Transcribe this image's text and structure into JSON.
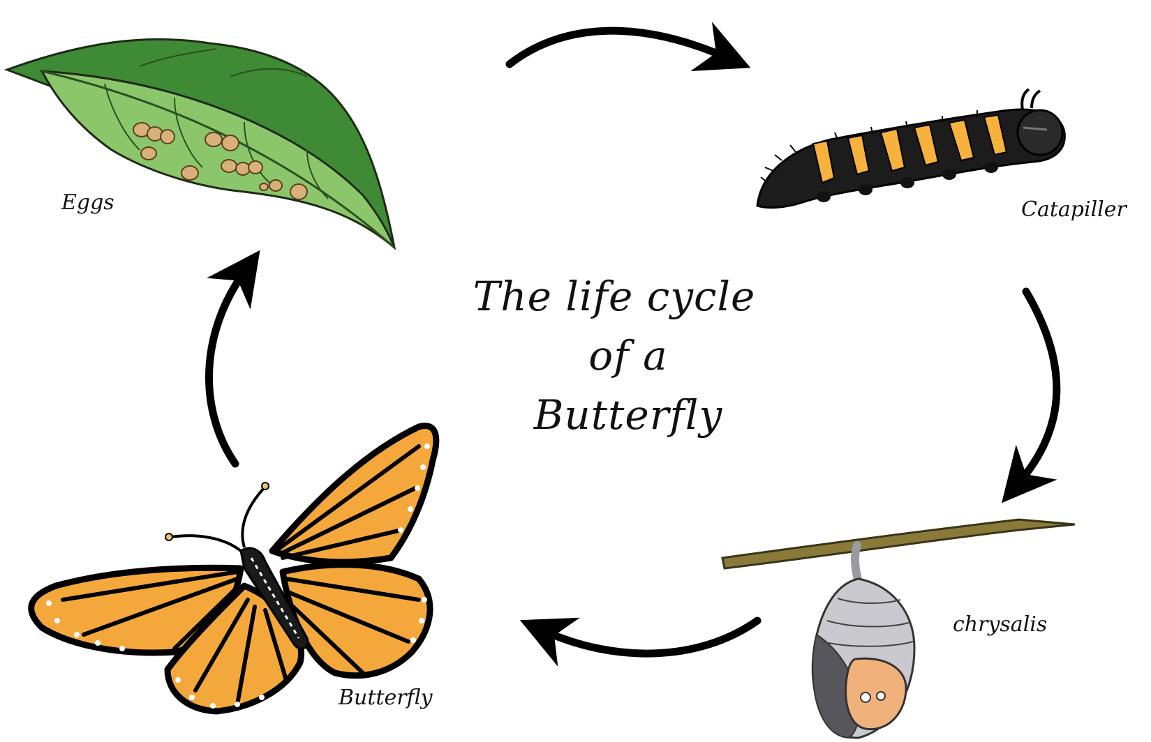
{
  "title": {
    "lines": [
      "The life cycle",
      "of a",
      "Butterfly"
    ]
  },
  "stages": [
    {
      "id": "eggs",
      "label": "Eggs"
    },
    {
      "id": "caterpillar",
      "label": "Catapiller"
    },
    {
      "id": "chrysalis",
      "label": "chrysalis"
    },
    {
      "id": "butterfly",
      "label": "Butterfly"
    }
  ],
  "colors": {
    "leaf_dark": "#3f8a35",
    "leaf_light": "#8cc66a",
    "egg": "#d8b07a",
    "caterpillar_body": "#1c1c1c",
    "caterpillar_stripe": "#f6b23d",
    "wing_orange": "#f4a83c",
    "chrysalis_silver": "#c9c9cf",
    "chrysalis_skin": "#f0b27a",
    "twig": "#8a7a3a",
    "arrow": "#000000"
  },
  "icons": [
    "leaf-with-eggs-icon",
    "caterpillar-icon",
    "chrysalis-icon",
    "butterfly-icon",
    "cycle-arrow-icon"
  ]
}
